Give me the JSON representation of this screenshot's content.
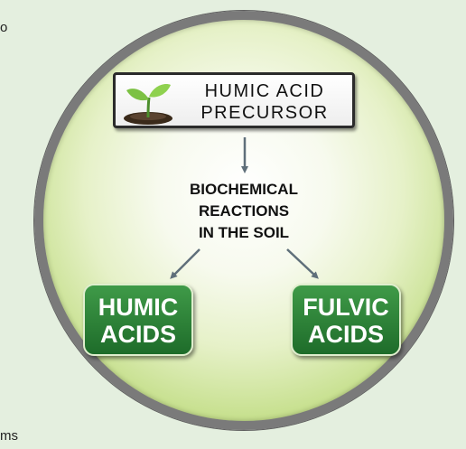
{
  "edge_text": {
    "top": "o",
    "bottom": "ms"
  },
  "precursor": {
    "line1": "HUMIC ACID",
    "line2": "PRECURSOR",
    "icon": "sprout-icon"
  },
  "reactions": {
    "line1": "BIOCHEMICAL",
    "line2": "REACTIONS",
    "line3": "IN THE SOIL"
  },
  "humic": {
    "line1": "HUMIC",
    "line2": "ACIDS"
  },
  "fulvic": {
    "line1": "FULVIC",
    "line2": "ACIDS"
  },
  "colors": {
    "circle_rim": "#7a7a7a",
    "circle_fill_outer": "#94c34b",
    "box_green": "#2a7d35",
    "arrow": "#5f6f7a",
    "background": "#e4efdf"
  }
}
